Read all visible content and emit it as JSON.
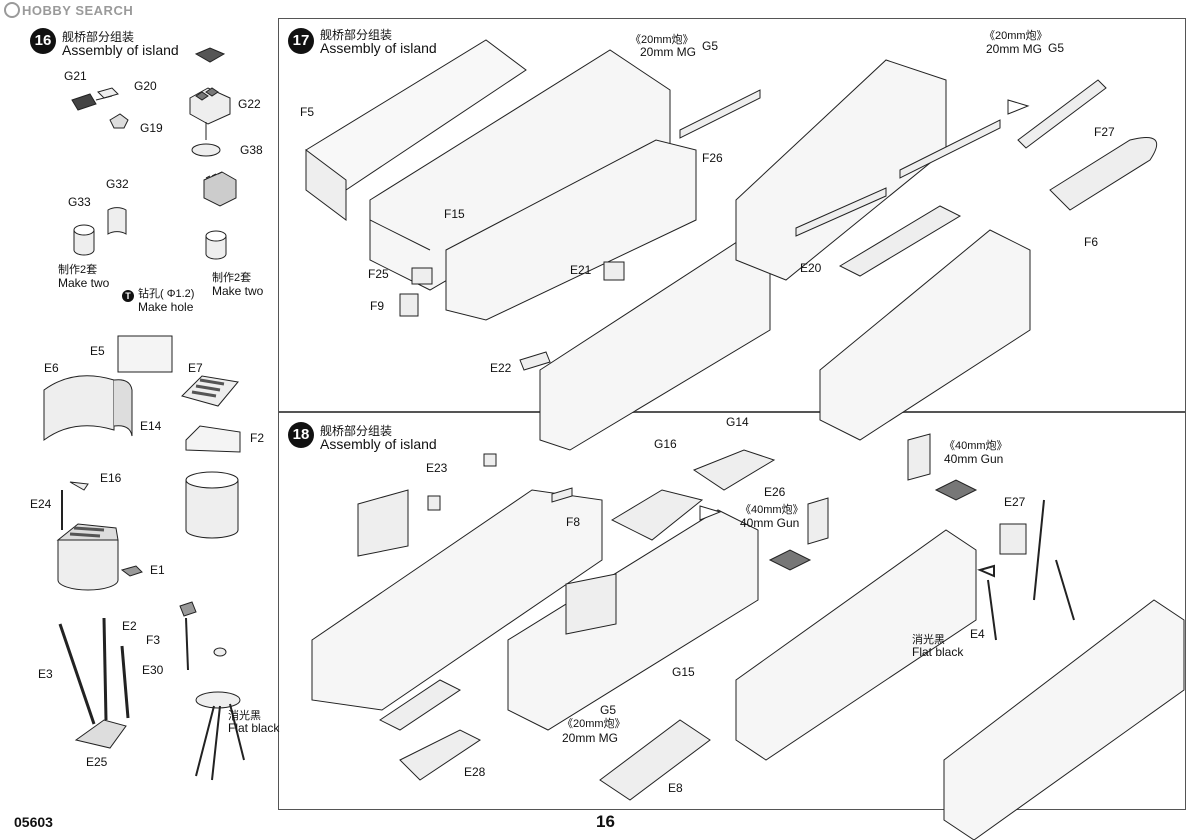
{
  "watermark": "HOBBY SEARCH",
  "page_code": "05603",
  "page_number": "16",
  "step16": {
    "number": "16",
    "title_cn": "舰桥部分组装",
    "title_en": "Assembly of island",
    "parts": [
      "G21",
      "G20",
      "G19",
      "G22",
      "G38",
      "G33",
      "G32",
      "E5",
      "E7",
      "E6",
      "E14",
      "F2",
      "E16",
      "E24",
      "E1",
      "E2",
      "E3",
      "E30",
      "E25",
      "F3"
    ],
    "make_two_cn_1": "制作2套",
    "make_two_en_1": "Make two",
    "make_two_cn_2": "制作2套",
    "make_two_en_2": "Make two",
    "hole_badge": "T",
    "hole_cn": "钻孔( Φ1.2)",
    "hole_en": "Make hole",
    "flat_black_cn": "消光黑",
    "flat_black_en": "Flat black"
  },
  "step17": {
    "number": "17",
    "title_cn": "舰桥部分组装",
    "title_en": "Assembly of island",
    "mg_cn_1": "《20mm炮》",
    "mg_en_1": "20mm MG",
    "mg_cn_2": "《20mm炮》",
    "mg_en_2": "20mm MG",
    "parts": [
      "F5",
      "F15",
      "G5",
      "F26",
      "G5",
      "F27",
      "F25",
      "F9",
      "E21",
      "E22",
      "E20",
      "F6"
    ]
  },
  "step18": {
    "number": "18",
    "title_cn": "舰桥部分组装",
    "title_en": "Assembly of island",
    "parts": [
      "E23",
      "F8",
      "G16",
      "G14",
      "E26",
      "E27",
      "E4",
      "G15",
      "G5",
      "E28",
      "E8"
    ],
    "gun_cn_1": "《40mm炮》",
    "gun_en_1": "40mm Gun",
    "gun_cn_2": "《40mm炮》",
    "gun_en_2": "40mm Gun",
    "mg_cn": "《20mm炮》",
    "mg_en": "20mm MG",
    "flat_black_cn": "消光黑",
    "flat_black_en": "Flat black"
  }
}
